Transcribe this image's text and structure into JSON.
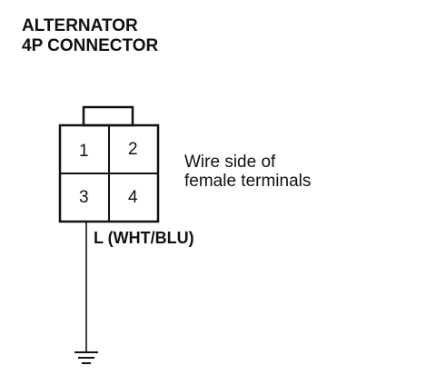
{
  "title": {
    "line1": "ALTERNATOR",
    "line2": "4P CONNECTOR"
  },
  "connector": {
    "terminals": [
      "1",
      "2",
      "3",
      "4"
    ]
  },
  "note": {
    "line1": "Wire side of",
    "line2": "female terminals"
  },
  "wire": {
    "label": "L (WHT/BLU)"
  },
  "icons": {
    "ground": "ground-icon"
  }
}
